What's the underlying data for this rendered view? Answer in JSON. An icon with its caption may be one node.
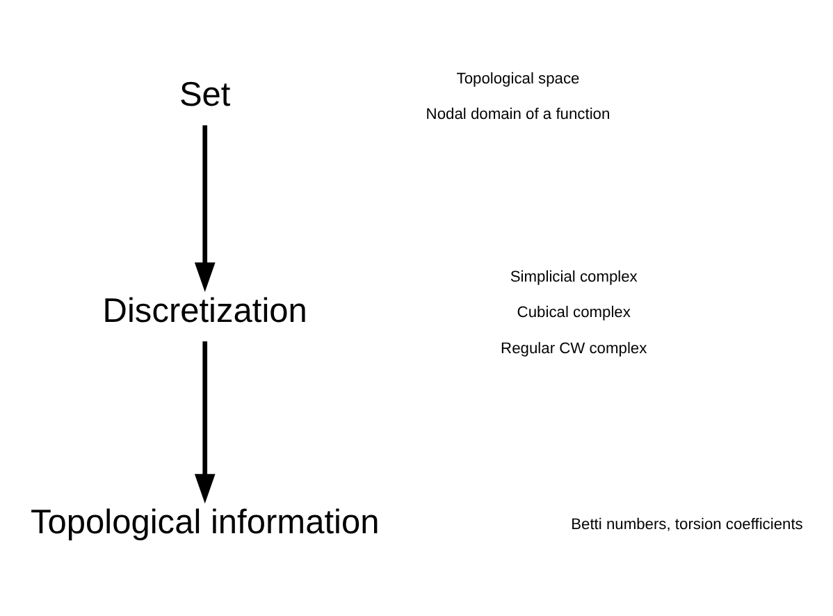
{
  "diagram": {
    "nodes": [
      {
        "text": [
          "Set"
        ],
        "beside": [
          "Topological space",
          "Nodal domain of a function"
        ]
      },
      {
        "text": [
          "Discretization"
        ],
        "beside": [
          "Simplicial complex",
          "Cubical complex",
          "Regular CW complex"
        ]
      },
      {
        "text": [
          "Topological information"
        ]
      }
    ],
    "edges": [
      {
        "from": 0,
        "to": 1,
        "arrow": "to"
      },
      {
        "from": 1,
        "to": 2,
        "arrow": "to"
      }
    ],
    "labels": [
      "Betti numbers, torsion coefficients"
    ]
  }
}
